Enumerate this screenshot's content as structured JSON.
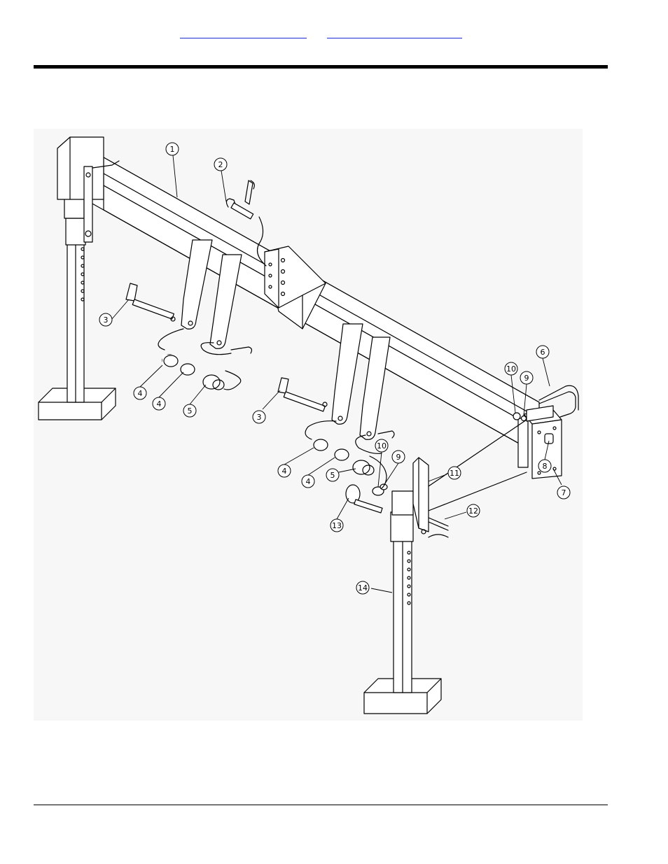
{
  "callouts": [
    {
      "n": "1"
    },
    {
      "n": "2"
    },
    {
      "n": "3"
    },
    {
      "n": "3"
    },
    {
      "n": "4"
    },
    {
      "n": "4"
    },
    {
      "n": "5"
    },
    {
      "n": "4"
    },
    {
      "n": "4"
    },
    {
      "n": "5"
    },
    {
      "n": "6"
    },
    {
      "n": "7"
    },
    {
      "n": "8"
    },
    {
      "n": "9"
    },
    {
      "n": "9"
    },
    {
      "n": "10"
    },
    {
      "n": "10"
    },
    {
      "n": "11"
    },
    {
      "n": "12"
    },
    {
      "n": "13"
    },
    {
      "n": "14"
    }
  ]
}
